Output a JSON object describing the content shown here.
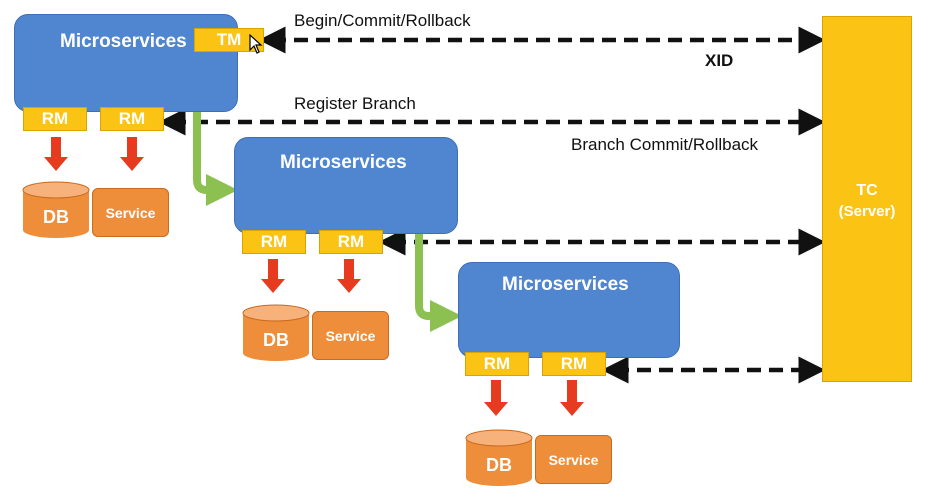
{
  "labels": {
    "begin_commit_rollback": "Begin/Commit/Rollback",
    "xid": "XID",
    "register_branch": "Register Branch",
    "branch_commit_rollback": "Branch Commit/Rollback"
  },
  "tc": {
    "title": "TC",
    "subtitle": "(Server)"
  },
  "microservices": [
    {
      "title": "Microservices",
      "tm": "TM",
      "rm_left": "RM",
      "rm_right": "RM",
      "db": "DB",
      "service": "Service"
    },
    {
      "title": "Microservices",
      "rm_left": "RM",
      "rm_right": "RM",
      "db": "DB",
      "service": "Service"
    },
    {
      "title": "Microservices",
      "rm_left": "RM",
      "rm_right": "RM",
      "db": "DB",
      "service": "Service"
    }
  ],
  "colors": {
    "microservice_blue": "#4f86cf",
    "tag_yellow": "#fbc414",
    "db_orange": "#ee8d3a",
    "arrow_red": "#e63b1f",
    "flow_green": "#8cc152",
    "dashed_black": "#111111"
  }
}
